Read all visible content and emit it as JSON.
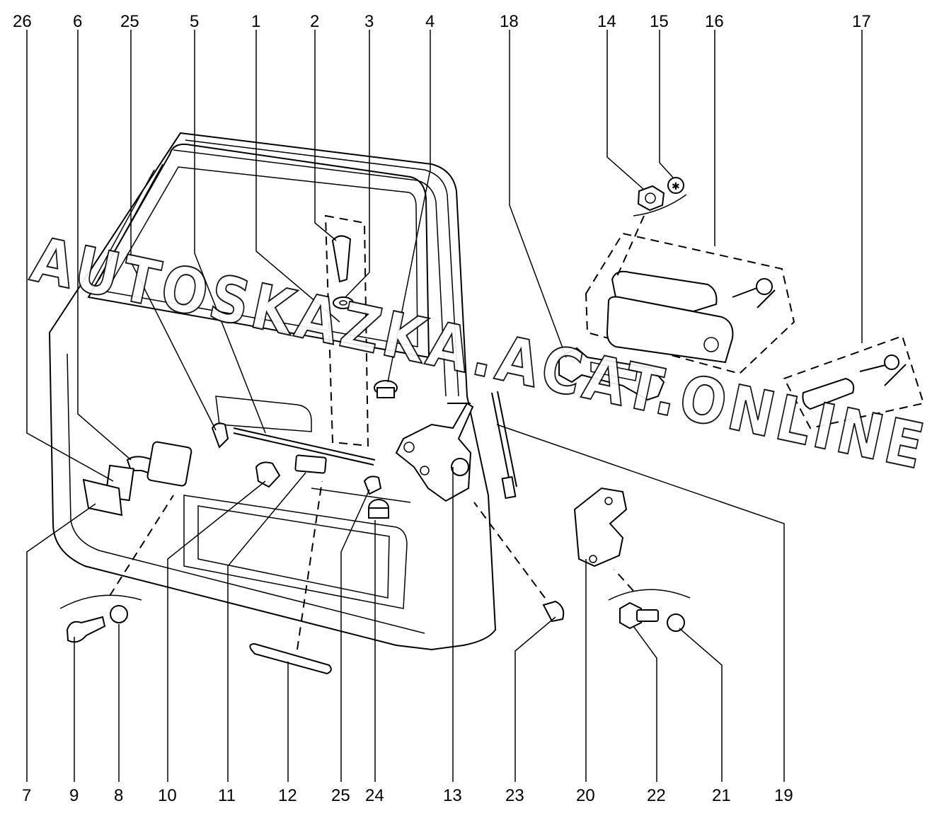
{
  "watermark": "AUTOSKAZKA.ACAT.ONLINE",
  "callouts_top": [
    "26",
    "6",
    "25",
    "5",
    "1",
    "2",
    "3",
    "4",
    "18",
    "14",
    "15",
    "16",
    "17"
  ],
  "callouts_bottom": [
    "7",
    "9",
    "8",
    "10",
    "11",
    "12",
    "25",
    "24",
    "13",
    "23",
    "20",
    "22",
    "21",
    "19"
  ]
}
